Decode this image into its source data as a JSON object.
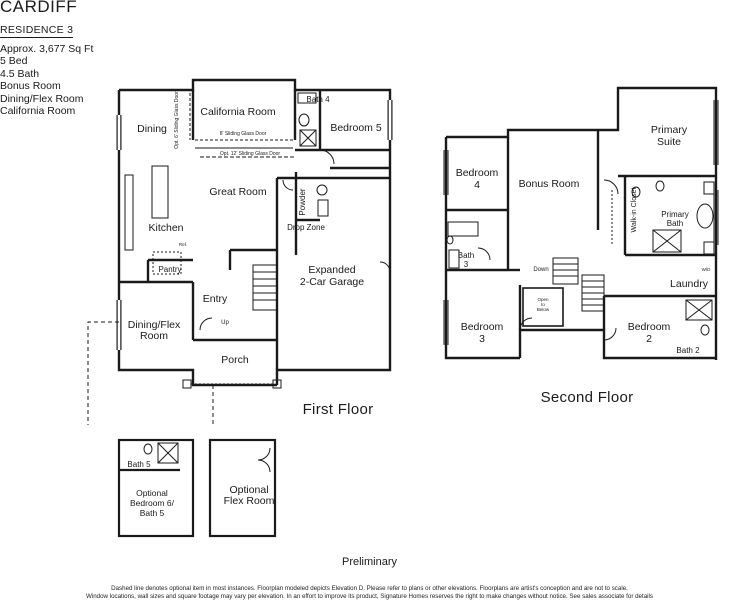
{
  "header": {
    "title": "CARDIFF",
    "subtitle": "RESIDENCE 3",
    "features": [
      "Approx. 3,677 Sq Ft",
      "5 Bed",
      "4.5 Bath",
      "Bonus Room",
      "Dining/Flex Room",
      "California Room"
    ]
  },
  "floors": {
    "first_label": "First Floor",
    "second_label": "Second Floor"
  },
  "rooms_first": {
    "california_room": "California Room",
    "dining": "Dining",
    "sliding_opt_6": "Opt. 6' Sliding Glass Door",
    "sliding_8": "8' Sliding Glass Door",
    "sliding_opt_12": "Opt. 12' Sliding Glass Door",
    "bath4": "Bath 4",
    "bedroom5": "Bedroom 5",
    "great_room": "Great Room",
    "powder": "Powder",
    "drop_zone": "Drop Zone",
    "kitchen": "Kitchen",
    "ref": "Ref.",
    "pantry": "Pantry",
    "expanded_garage_1": "Expanded",
    "expanded_garage_2": "2-Car Garage",
    "entry": "Entry",
    "up": "Up",
    "dining_flex_1": "Dining/Flex",
    "dining_flex_2": "Room",
    "porch": "Porch"
  },
  "rooms_optional": {
    "bath5": "Bath 5",
    "opt_bed6_1": "Optional",
    "opt_bed6_2": "Bedroom 6/",
    "opt_bed6_3": "Bath 5",
    "opt_flex_1": "Optional",
    "opt_flex_2": "Flex Room"
  },
  "rooms_second": {
    "primary_suite_1": "Primary",
    "primary_suite_2": "Suite",
    "bedroom4_1": "Bedroom",
    "bedroom4_2": "4",
    "bonus_room": "Bonus Room",
    "walk_in_closet": "Walk-in Closet",
    "primary_bath_1": "Primary",
    "primary_bath_2": "Bath",
    "bath3_1": "Bath",
    "bath3_2": "3",
    "down": "Down",
    "open_below_1": "Open",
    "open_below_2": "to",
    "open_below_3": "Below",
    "wd": "W/D",
    "laundry": "Laundry",
    "bedroom3_1": "Bedroom",
    "bedroom3_2": "3",
    "bedroom2_1": "Bedroom",
    "bedroom2_2": "2",
    "bath2": "Bath 2"
  },
  "footer": {
    "preliminary": "Preliminary",
    "disclaimer_1": "Dashed line denotes optional item in most instances. Floorplan modeled depicts Elevation D. Please refer to plans or other elevations. Floorplans are artist's conception and are not to scale.",
    "disclaimer_2": "Window locations, wall sizes and square footage may vary per elevation. In an effort to improve its product, Signature Homes reserves the right to make changes without notice. See sales associate for details"
  }
}
